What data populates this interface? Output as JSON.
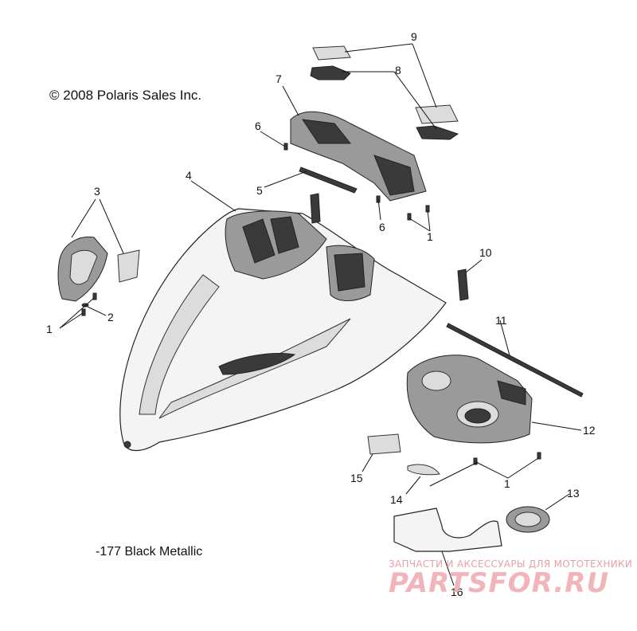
{
  "copyright": "© 2008 Polaris Sales Inc.",
  "color_note": "-177 Black Metallic",
  "watermark": {
    "tagline": "ЗАПЧАСТИ И АКСЕССУАРЫ ДЛЯ МОТОТЕХНИКИ",
    "logo": "PARTSFOR.RU"
  },
  "callouts": {
    "c1a": "1",
    "c1b": "1",
    "c1c": "1",
    "c2": "2",
    "c3": "3",
    "c4": "4",
    "c5": "5",
    "c6a": "6",
    "c6b": "6",
    "c7": "7",
    "c8": "8",
    "c9": "9",
    "c10": "10",
    "c11": "11",
    "c12": "12",
    "c13": "13",
    "c14": "14",
    "c15": "15",
    "c16": "16"
  },
  "colors": {
    "line": "#111111",
    "watermark": "#f0a8b0"
  }
}
